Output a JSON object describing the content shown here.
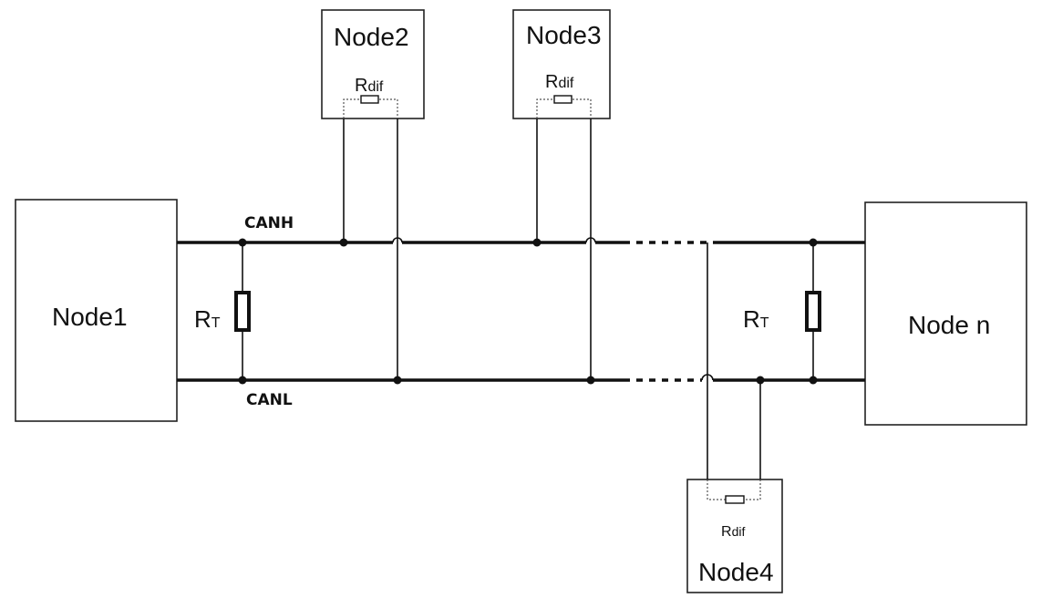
{
  "nodes": {
    "node1": "Node1",
    "node2": "Node2",
    "node3": "Node3",
    "node4": "Node4",
    "noden": "Node n"
  },
  "bus": {
    "high": "CANH",
    "low": "CANL"
  },
  "resistors": {
    "terminal_main": "R",
    "terminal_sub": "T",
    "diff_main": "R",
    "diff_sub": "dif"
  }
}
